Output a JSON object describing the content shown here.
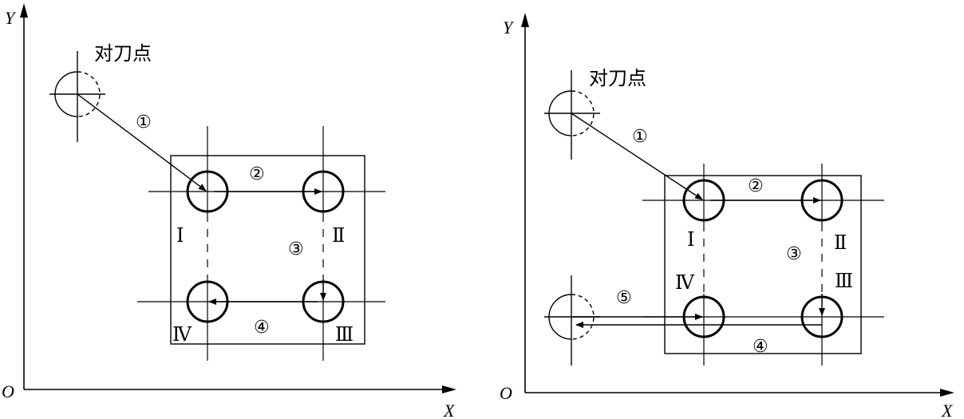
{
  "left_diagram": {
    "axis_y_label": "Y",
    "axis_x_label": "X",
    "origin_label": "O",
    "tool_point_label": "对刀点",
    "steps": [
      "①",
      "②",
      "③",
      "④"
    ],
    "holes": [
      "Ⅰ",
      "Ⅱ",
      "Ⅲ",
      "Ⅳ"
    ]
  },
  "right_diagram": {
    "axis_y_label": "Y",
    "axis_x_label": "X",
    "origin_label": "O",
    "tool_point_label": "对刀点",
    "steps": [
      "①",
      "②",
      "③",
      "④",
      "⑤"
    ],
    "holes": [
      "Ⅰ",
      "Ⅱ",
      "Ⅲ",
      "Ⅳ"
    ]
  }
}
